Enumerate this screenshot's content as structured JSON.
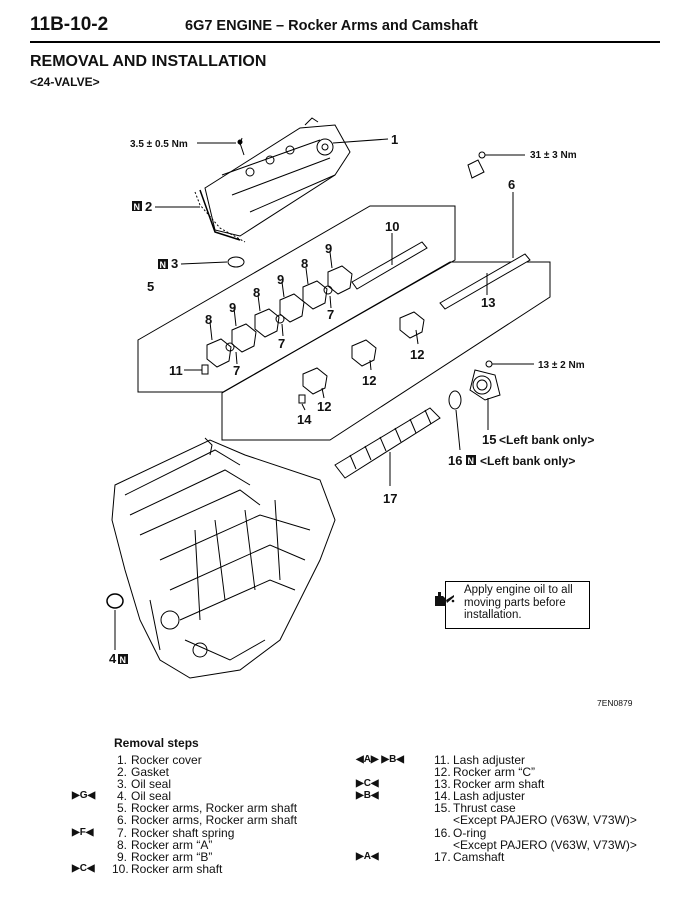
{
  "header": {
    "page_number": "11B-10-2",
    "title": "6G7 ENGINE – Rocker Arms and Camshaft"
  },
  "section_title": "REMOVAL AND INSTALLATION",
  "variant": "<24-VALVE>",
  "callouts": {
    "torque_1": "3.5 ± 0.5 Nm",
    "torque_2": "31 ± 3 Nm",
    "torque_3": "13 ± 2 Nm",
    "n_mark": "N",
    "labels": [
      "1",
      "2",
      "3",
      "4",
      "5",
      "6",
      "7",
      "8",
      "9",
      "10",
      "11",
      "12",
      "13",
      "14",
      "15",
      "16",
      "17"
    ],
    "label_15_text": "<Left bank only>",
    "label_16_text": "<Left bank only>"
  },
  "note": {
    "icon": "oil-can-icon",
    "text": "Apply engine oil to all moving parts before installation."
  },
  "figure_code": "7EN0879",
  "removal_steps": {
    "title": "Removal steps",
    "left": [
      {
        "mark": "",
        "num": "1.",
        "text": "Rocker cover"
      },
      {
        "mark": "",
        "num": "2.",
        "text": "Gasket"
      },
      {
        "mark": "",
        "num": "3.",
        "text": "Oil seal"
      },
      {
        "mark": "▶G◀",
        "num": "4.",
        "text": "Oil seal"
      },
      {
        "mark": "",
        "num": "5.",
        "text": "Rocker arms, Rocker arm shaft"
      },
      {
        "mark": "",
        "num": "6.",
        "text": "Rocker arms, Rocker arm shaft"
      },
      {
        "mark": "▶F◀",
        "num": "7.",
        "text": "Rocker shaft spring"
      },
      {
        "mark": "",
        "num": "8.",
        "text": "Rocker arm “A”"
      },
      {
        "mark": "",
        "num": "9.",
        "text": "Rocker arm “B”"
      },
      {
        "mark": "▶C◀",
        "num": "10.",
        "text": "Rocker arm shaft"
      }
    ],
    "right": [
      {
        "mark": "◀A▶  ▶B◀",
        "num": "11.",
        "text": "Lash adjuster"
      },
      {
        "mark": "",
        "num": "12.",
        "text": "Rocker arm “C”"
      },
      {
        "mark": "▶C◀",
        "num": "13.",
        "text": "Rocker arm shaft"
      },
      {
        "mark": "▶B◀",
        "num": "14.",
        "text": "Lash adjuster"
      },
      {
        "mark": "",
        "num": "15.",
        "text": "Thrust case"
      },
      {
        "mark": "",
        "num": "",
        "text": "<Except PAJERO (V63W, V73W)>"
      },
      {
        "mark": "",
        "num": "16.",
        "text": "O-ring"
      },
      {
        "mark": "",
        "num": "",
        "text": "<Except PAJERO (V63W, V73W)>"
      },
      {
        "mark": "▶A◀",
        "num": "17.",
        "text": "Camshaft"
      }
    ]
  }
}
